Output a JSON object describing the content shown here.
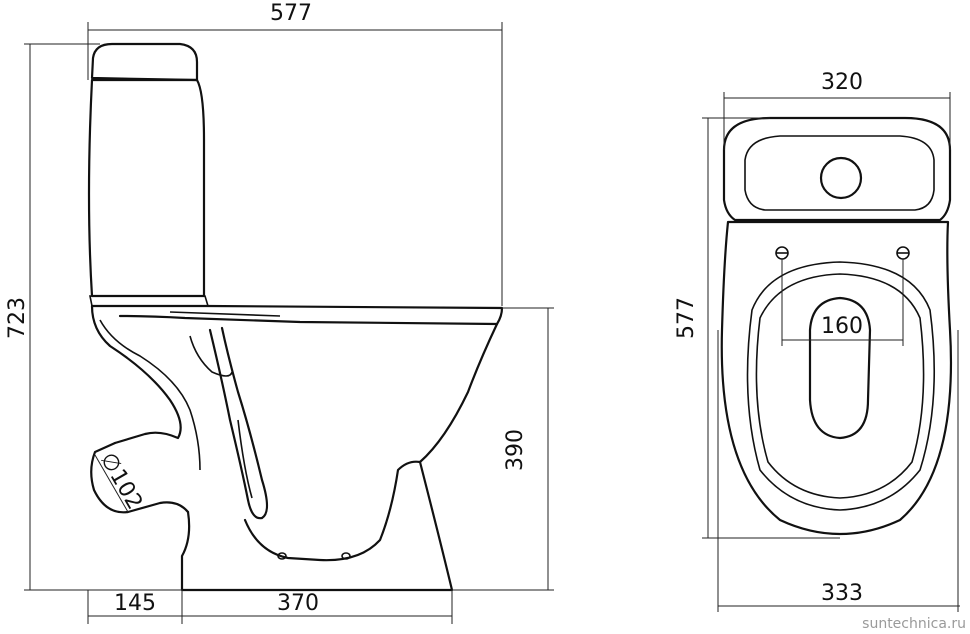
{
  "dimensions": {
    "side_total_depth": "577",
    "side_total_height": "723",
    "side_bowl_height": "390",
    "side_outlet_diameter": "∅102",
    "side_outlet_offset": "145",
    "side_base_length": "370",
    "top_tank_width": "320",
    "top_total_depth": "577",
    "top_mount_spacing": "160",
    "top_bowl_width": "333"
  },
  "watermark": "suntechnica.ru"
}
